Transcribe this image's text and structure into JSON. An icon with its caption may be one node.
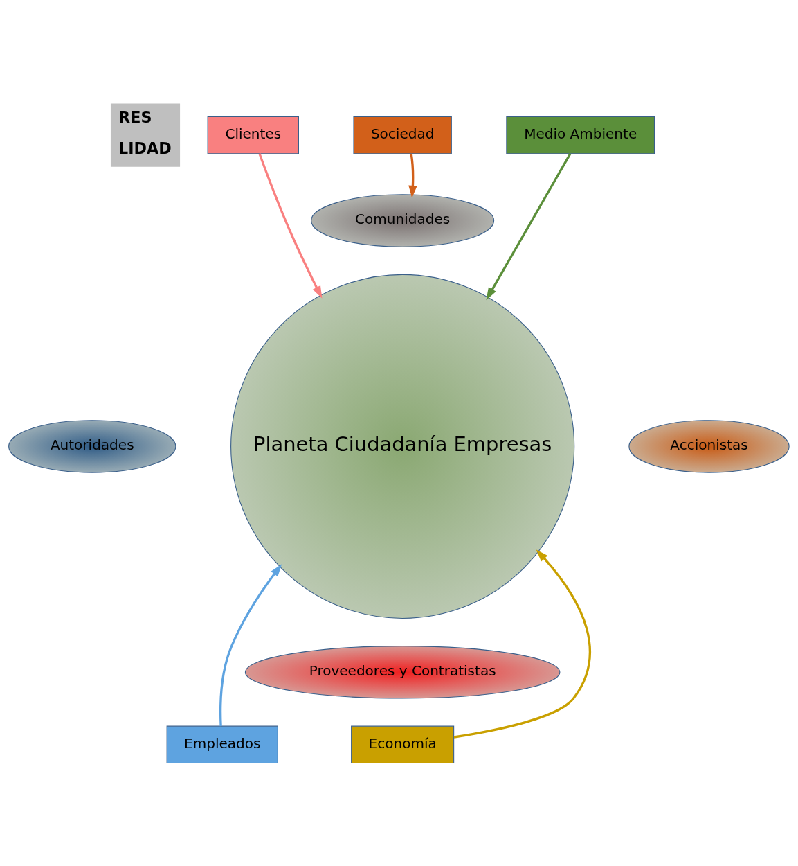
{
  "diagram": {
    "nodes": [
      {
        "text": [
          "Sociedad"
        ]
      },
      {
        "text": [
          "Clientes"
        ]
      },
      {
        "text": [
          "Medio Ambiente"
        ]
      },
      {
        "text": [
          "Comunidades"
        ]
      },
      {
        "text": [
          "Planeta Ciudadanía Empresas"
        ]
      },
      {
        "text": [
          "Autoridades"
        ]
      },
      {
        "text": [
          "Accionistas"
        ]
      },
      {
        "text": [
          "Empleados"
        ]
      },
      {
        "text": [
          "Proveedores y Contratistas"
        ]
      },
      {
        "text": [
          "Economía"
        ]
      }
    ],
    "edges": [
      {
        "from": 0,
        "to": 3,
        "arrow": "to",
        "color": "#d2601a"
      },
      {
        "from": 1,
        "to": 4,
        "arrow": "to",
        "color": "#f98080"
      },
      {
        "from": 2,
        "to": 4,
        "arrow": "to",
        "color": "#5b8f3a"
      },
      {
        "from": 7,
        "to": 4,
        "arrow": "to",
        "color": "#5ea3e0"
      },
      {
        "from": 9,
        "to": 4,
        "arrow": "to",
        "color": "#c9a000"
      }
    ],
    "labels": [
      "RES",
      "LIDAD"
    ]
  }
}
